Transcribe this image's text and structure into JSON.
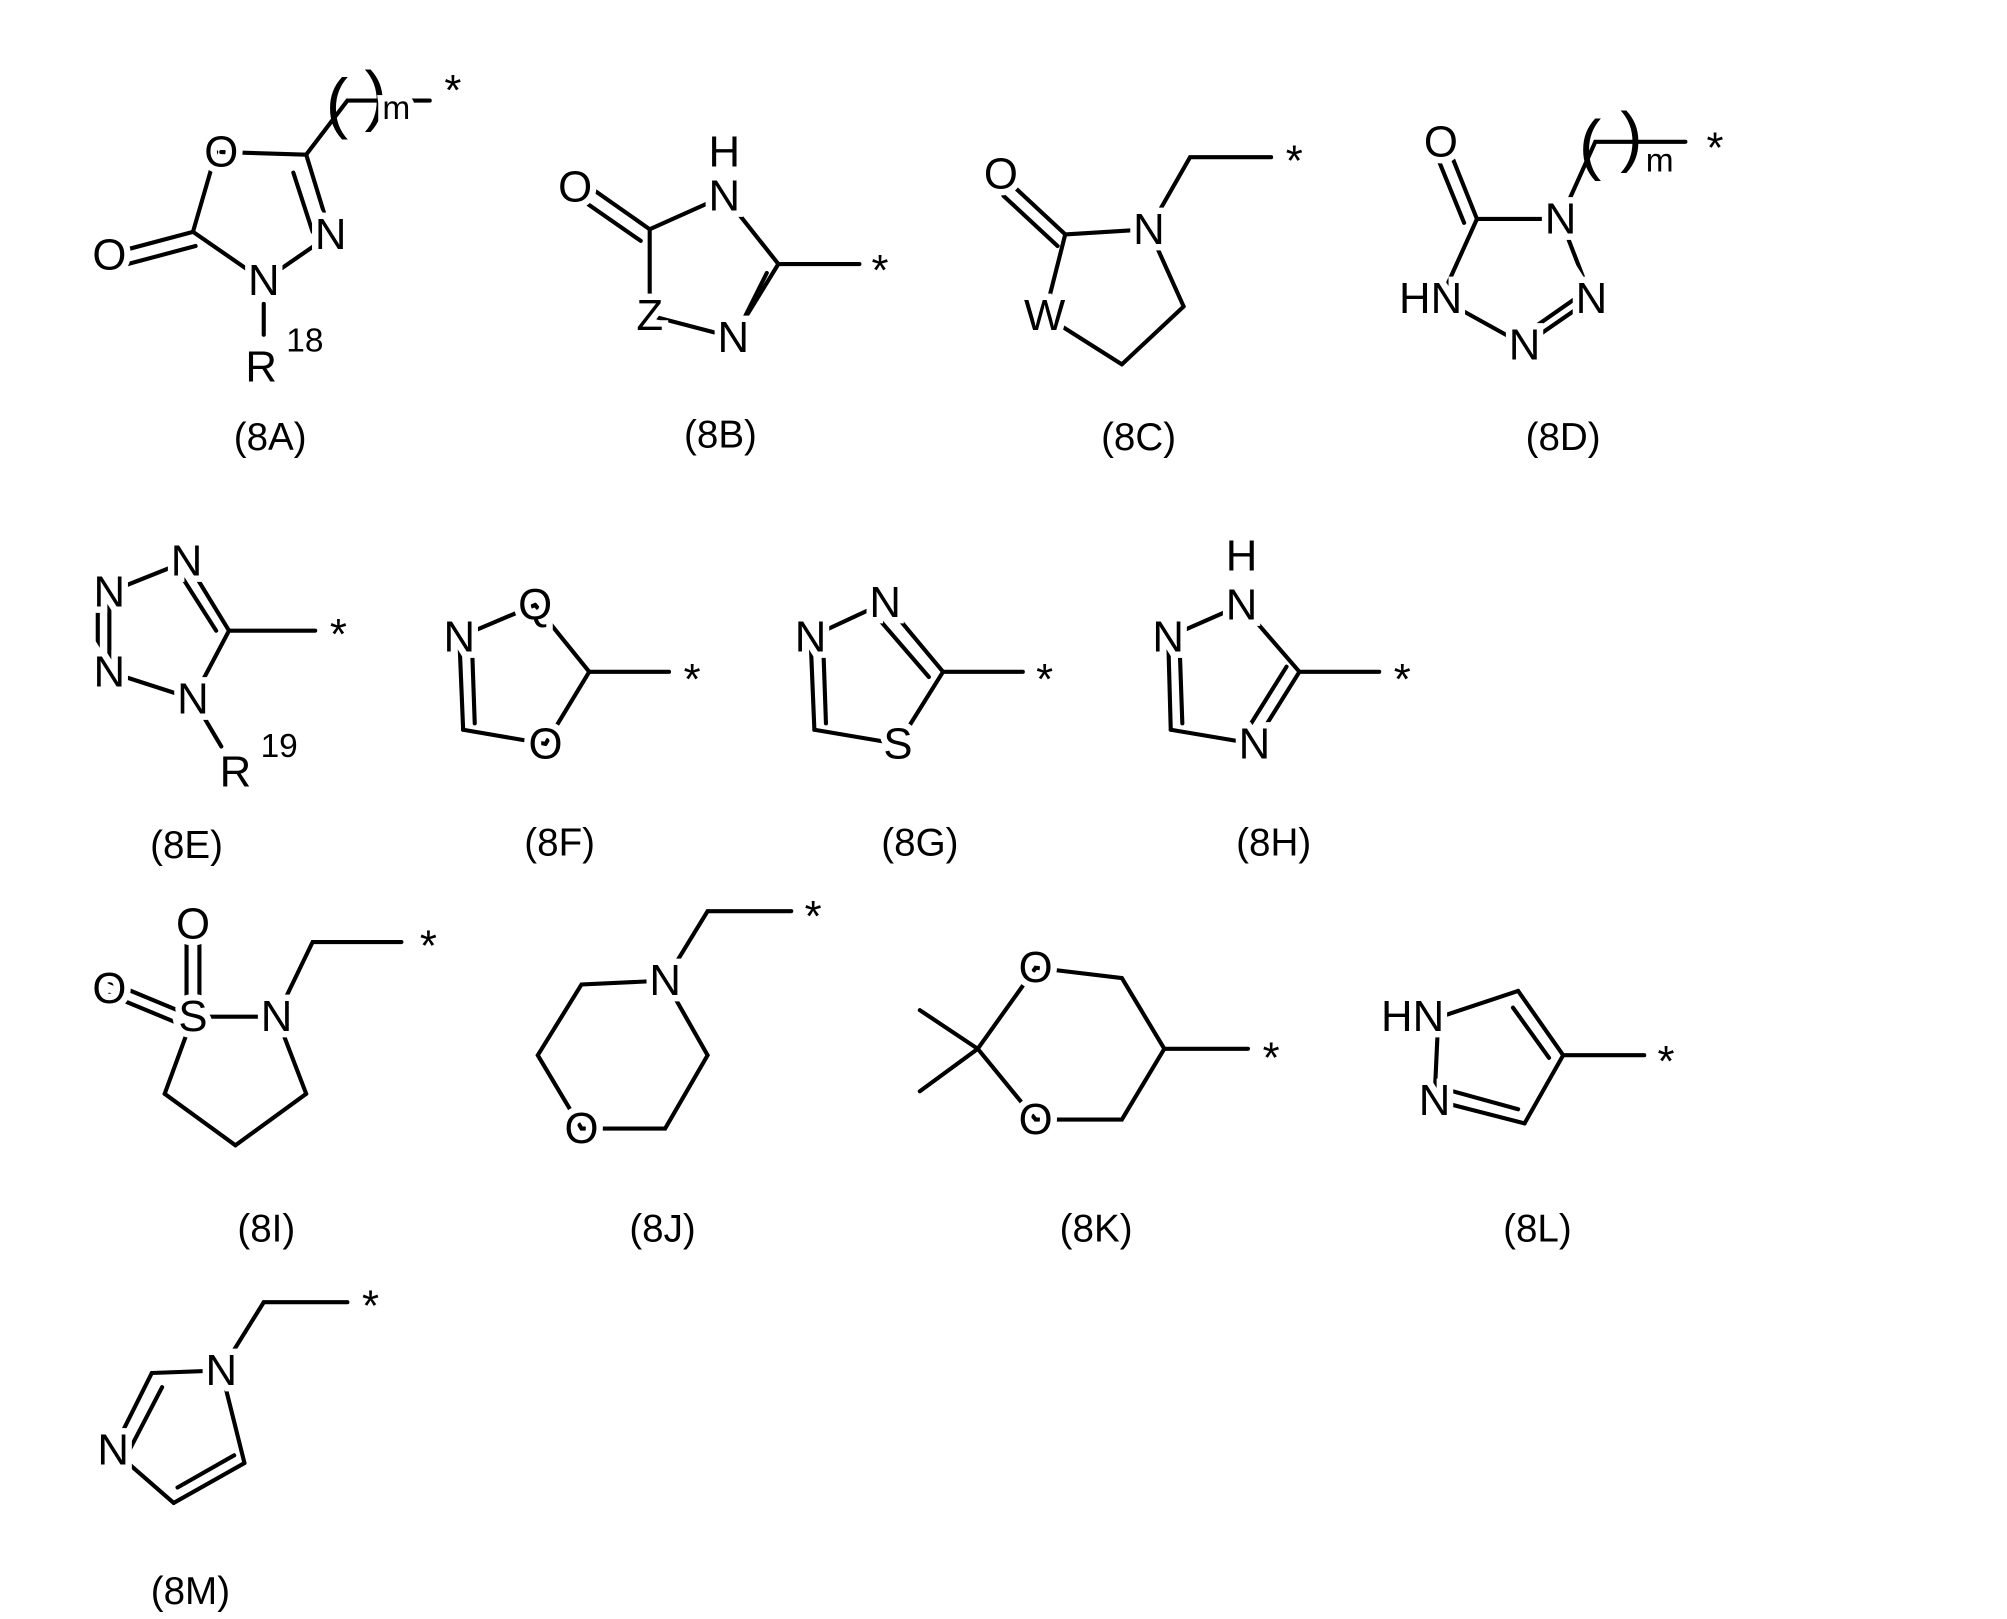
{
  "structures": [
    {
      "label": "(8A)",
      "atoms": [
        "O",
        "N",
        "N",
        "O",
        "R",
        "18",
        "(",
        ")",
        "m",
        "*"
      ]
    },
    {
      "label": "(8B)",
      "atoms": [
        "H",
        "N",
        "O",
        "Z",
        "N",
        "*"
      ]
    },
    {
      "label": "(8C)",
      "atoms": [
        "O",
        "N",
        "W",
        "*"
      ]
    },
    {
      "label": "(8D)",
      "atoms": [
        "O",
        "N",
        "HN",
        "N",
        "N",
        "(",
        ")",
        "m",
        "*"
      ]
    },
    {
      "label": "(8E)",
      "atoms": [
        "N",
        "N",
        "N",
        "N",
        "R",
        "19",
        "*"
      ]
    },
    {
      "label": "(8F)",
      "atoms": [
        "Q",
        "N",
        "O",
        "*"
      ]
    },
    {
      "label": "(8G)",
      "atoms": [
        "N",
        "N",
        "S",
        "*"
      ]
    },
    {
      "label": "(8H)",
      "atoms": [
        "H",
        "N",
        "N",
        "N",
        "*"
      ]
    },
    {
      "label": "(8I)",
      "atoms": [
        "O",
        "O",
        "S",
        "N",
        "*"
      ]
    },
    {
      "label": "(8J)",
      "atoms": [
        "N",
        "O",
        "*"
      ]
    },
    {
      "label": "(8K)",
      "atoms": [
        "O",
        "O",
        "*"
      ]
    },
    {
      "label": "(8L)",
      "atoms": [
        "HN",
        "N",
        "*"
      ]
    },
    {
      "label": "(8M)",
      "atoms": [
        "N",
        "N",
        "*"
      ]
    }
  ]
}
